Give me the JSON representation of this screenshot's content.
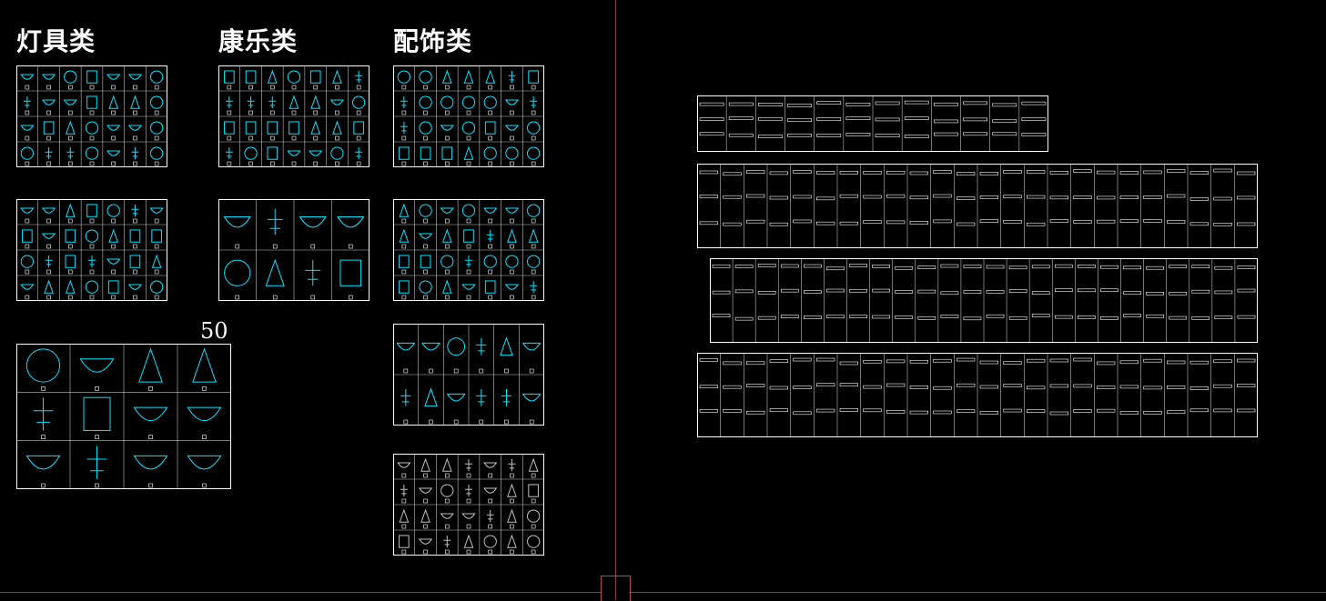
{
  "canvas": {
    "background": "#000000",
    "accent_cyan": "#00e5ff",
    "line_white": "#ffffff",
    "border_red": "#8a3a4a"
  },
  "categories": {
    "lamps": "灯具类",
    "recreation": "康乐类",
    "decor": "配饰类"
  },
  "scale_label": "50",
  "panels": {
    "lamps_a": {
      "cols": 7,
      "rows": 4,
      "style": "cyan"
    },
    "lamps_b": {
      "cols": 7,
      "rows": 4,
      "style": "cyan"
    },
    "lamps_c": {
      "cols": 4,
      "rows": 3,
      "style": "cyan-large"
    },
    "rec_a": {
      "cols": 7,
      "rows": 4,
      "style": "cyan"
    },
    "rec_b": {
      "cols": 4,
      "rows": 2,
      "style": "cyan-large"
    },
    "decor_a": {
      "cols": 7,
      "rows": 4,
      "style": "cyan"
    },
    "decor_b": {
      "cols": 7,
      "rows": 4,
      "style": "cyan"
    },
    "decor_c": {
      "cols": 6,
      "rows": 2,
      "style": "cyan-large"
    },
    "decor_d": {
      "cols": 7,
      "rows": 4,
      "style": "grey"
    },
    "detail_1": {
      "cols": 12,
      "rows": 1,
      "style": "white"
    },
    "detail_2": {
      "cols": 24,
      "rows": 1,
      "style": "white"
    },
    "detail_3": {
      "cols": 24,
      "rows": 1,
      "style": "white"
    },
    "detail_4": {
      "cols": 24,
      "rows": 1,
      "style": "white"
    }
  }
}
